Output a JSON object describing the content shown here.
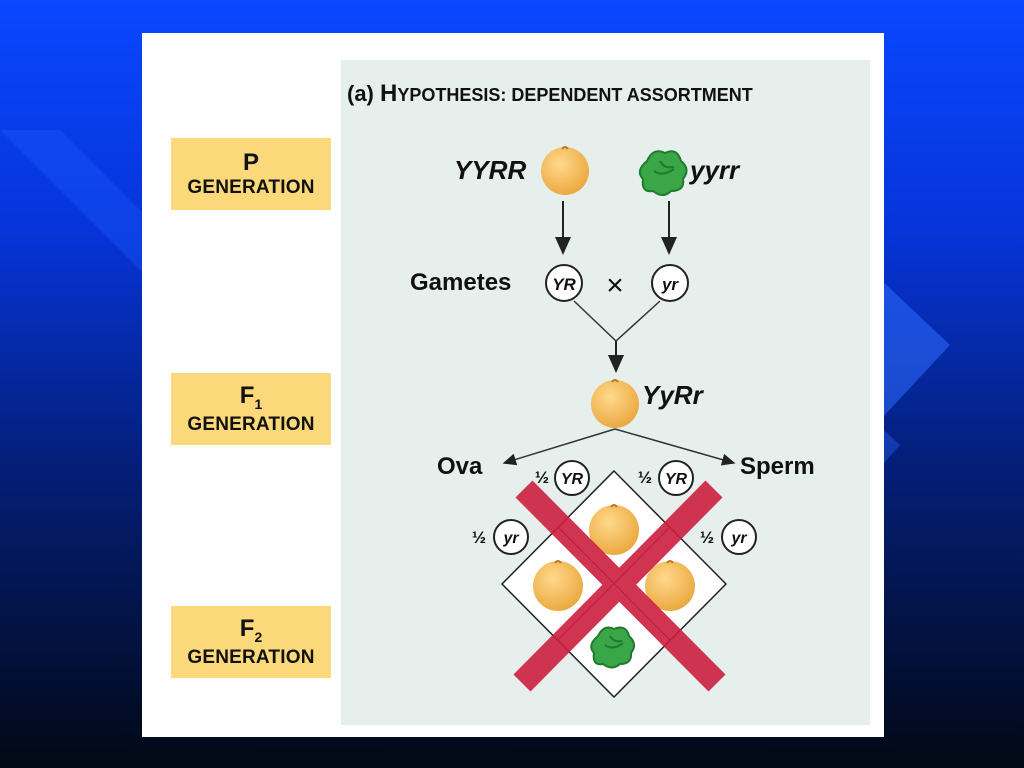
{
  "title": {
    "prefix": "(a) ",
    "h_initial": "H",
    "h_rest": "YPOTHESIS: DEPENDENT ASSORTMENT"
  },
  "generations": [
    {
      "main": "P",
      "sub_index": "",
      "label": "GENERATION"
    },
    {
      "main": "F",
      "sub_index": "1",
      "label": "GENERATION"
    },
    {
      "main": "F",
      "sub_index": "2",
      "label": "GENERATION"
    }
  ],
  "p_gen": {
    "parent1": "YYRR",
    "parent2": "yyrr"
  },
  "gametes": {
    "label": "Gametes",
    "g1": "YR",
    "cross": "×",
    "g2": "yr"
  },
  "f1": {
    "genotype": "YyRr"
  },
  "f2": {
    "ova_label": "Ova",
    "sperm_label": "Sperm",
    "fraction": "½",
    "ova_gametes": [
      "YR",
      "yr"
    ],
    "sperm_gametes": [
      "YR",
      "yr"
    ]
  },
  "colors": {
    "yellow_pea": "#f5c060",
    "green_pea": "#3aa648",
    "panel": "#e6efeb",
    "label_bg": "#fbd97a",
    "cross_out": "#cc1f3f"
  }
}
